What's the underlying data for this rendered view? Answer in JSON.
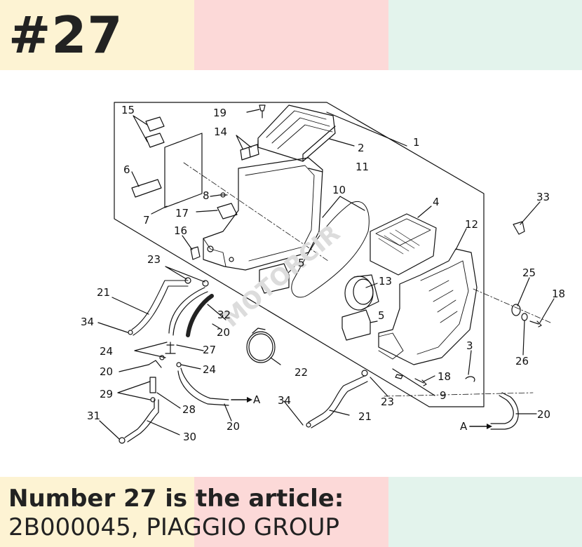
{
  "header": {
    "number_title": "#27"
  },
  "footer": {
    "line1": "Number 27 is the article:",
    "line2": "2B000045, PIAGGIO GROUP"
  },
  "colors": {
    "stripe_yellow": "#fdf3d3",
    "stripe_pink": "#fcd9d8",
    "stripe_mint": "#e3f3ec"
  },
  "watermark": "MOTORCIR",
  "callouts": {
    "c1": "1",
    "c2": "2",
    "c3": "3",
    "c4": "4",
    "c5a": "5",
    "c5b": "5",
    "c6": "6",
    "c7": "7",
    "c8": "8",
    "c9": "9",
    "c10": "10",
    "c11": "11",
    "c12": "12",
    "c13": "13",
    "c14": "14",
    "c15": "15",
    "c16": "16",
    "c17": "17",
    "c18a": "18",
    "c18b": "18",
    "c19": "19",
    "c20a": "20",
    "c20b": "20",
    "c20c": "20",
    "c20d": "20",
    "c21a": "21",
    "c21b": "21",
    "c22": "22",
    "c23a": "23",
    "c23b": "23",
    "c24a": "24",
    "c24b": "24",
    "c25": "25",
    "c26": "26",
    "c27": "27",
    "c28": "28",
    "c29": "29",
    "c30": "30",
    "c31": "31",
    "c32": "32",
    "c33": "33",
    "c34a": "34",
    "c34b": "34",
    "arrowA1": "A",
    "arrowA2": "A"
  }
}
